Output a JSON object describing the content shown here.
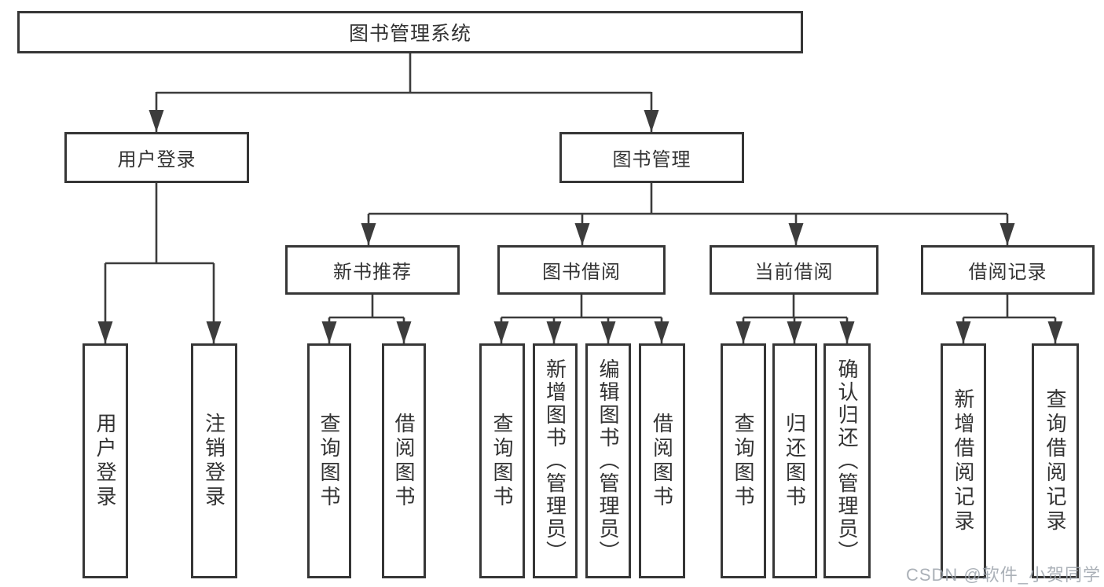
{
  "tree": {
    "root": {
      "label": "图书管理系统",
      "children": [
        {
          "label": "用户登录",
          "children": [
            {
              "label": "用户登录"
            },
            {
              "label": "注销登录"
            }
          ]
        },
        {
          "label": "图书管理",
          "children": [
            {
              "label": "新书推荐",
              "children": [
                {
                  "label": "查询图书"
                },
                {
                  "label": "借阅图书"
                }
              ]
            },
            {
              "label": "图书借阅",
              "children": [
                {
                  "label": "查询图书"
                },
                {
                  "label": "新增图书（管理员）"
                },
                {
                  "label": "编辑图书（管理员）"
                },
                {
                  "label": "借阅图书"
                }
              ]
            },
            {
              "label": "当前借阅",
              "children": [
                {
                  "label": "查询图书"
                },
                {
                  "label": "归还图书"
                },
                {
                  "label": "确认归还（管理员）"
                }
              ]
            },
            {
              "label": "借阅记录",
              "children": [
                {
                  "label": "新增借阅记录"
                },
                {
                  "label": "查询借阅记录"
                }
              ]
            }
          ]
        }
      ]
    }
  },
  "watermark": {
    "text": "CSDN @软件_小贺同学"
  },
  "colors": {
    "line": "#3c3c3c",
    "box_border": "#363636",
    "text": "#333333",
    "watermark": "#9ca3ab"
  }
}
